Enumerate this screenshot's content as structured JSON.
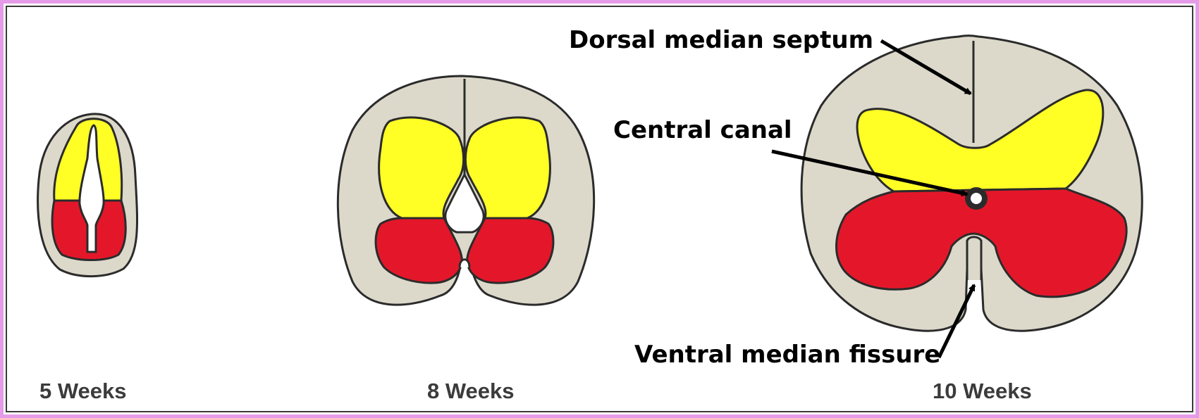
{
  "labels": {
    "dorsal_median_septum": "Dorsal median septum",
    "central_canal": "Central canal",
    "ventral_median_fissure": "Ventral median fissure"
  },
  "stages": [
    {
      "label": "5 Weeks"
    },
    {
      "label": "8 Weeks"
    },
    {
      "label": "10 Weeks"
    }
  ],
  "colors": {
    "frame_border": "#e49be8",
    "white_matter": "#dcd9cb",
    "alar_plate": "#ffff26",
    "basal_plate": "#e4172a",
    "outline": "#2b2b2b"
  }
}
